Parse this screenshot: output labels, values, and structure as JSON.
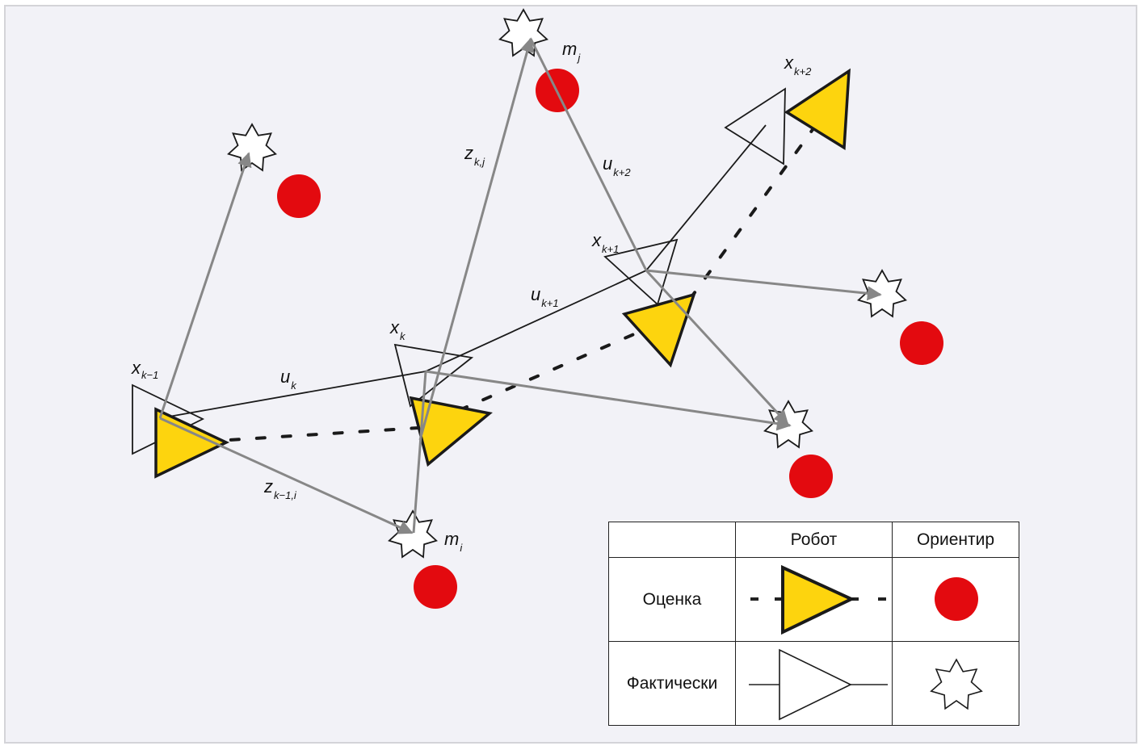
{
  "colors": {
    "background": "#f2f2f7",
    "frame_border": "#d4d4d8",
    "estimate_fill": "#fdd40e",
    "landmark_estimate": "#e30a0f",
    "measurement_line": "#878787",
    "outline": "#1a1a1a"
  },
  "robot_poses": [
    {
      "label": "x",
      "sub": "k−1"
    },
    {
      "label": "x",
      "sub": "k"
    },
    {
      "label": "x",
      "sub": "k+1"
    },
    {
      "label": "x",
      "sub": "k+2"
    }
  ],
  "controls": [
    {
      "label": "u",
      "sub": "k"
    },
    {
      "label": "u",
      "sub": "k+1"
    },
    {
      "label": "u",
      "sub": "k+2"
    }
  ],
  "measurements": [
    {
      "label": "z",
      "sub": "k−1,i"
    },
    {
      "label": "z",
      "sub": "k,j"
    }
  ],
  "landmarks": [
    {
      "label": "m",
      "sub": "i"
    },
    {
      "label": "m",
      "sub": "j"
    }
  ],
  "legend": {
    "header_empty": "",
    "col_robot": "Робот",
    "col_landmark": "Ориентир",
    "row_estimate": "Оценка",
    "row_actual": "Фактически"
  }
}
